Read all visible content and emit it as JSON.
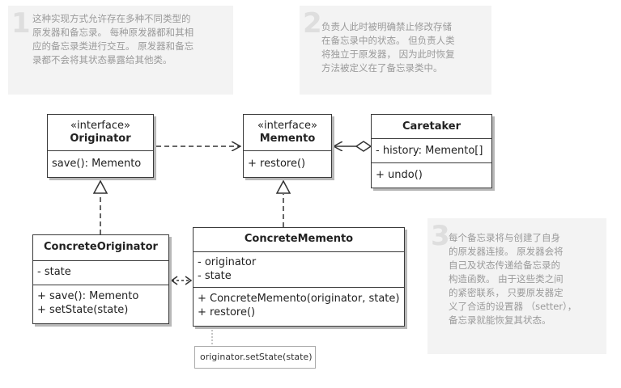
{
  "notes": [
    {
      "num": "1",
      "lines": [
        "这种实现方式允许存在多种不同类型的",
        "原发器和备忘录。 每种原发器都和其相",
        "应的备忘录类进行交互。 原发器和备忘",
        "录都不会将其状态暴露给其他类。"
      ]
    },
    {
      "num": "2",
      "lines": [
        "负责人此时被明确禁止修改存储",
        "在备忘录中的状态。 但负责人类",
        "将独立于原发器， 因为此时恢复",
        "方法被定义在了备忘录类中。"
      ]
    },
    {
      "num": "3",
      "lines": [
        "每个备忘录将与创建了自身",
        "的原发器连接。 原发器会将",
        "自己及状态传递给备忘录的",
        "构造函数。 由于这些类之间",
        "的紧密联系， 只要原发器定",
        "义了合适的设置器 （setter），",
        "备忘录就能恢复其状态。"
      ]
    }
  ],
  "classes": {
    "originator": {
      "stereotype": "«interface»",
      "name": "Originator",
      "methods": [
        "save(): Memento"
      ]
    },
    "memento": {
      "stereotype": "«interface»",
      "name": "Memento",
      "methods": [
        "+ restore()"
      ]
    },
    "caretaker": {
      "name": "Caretaker",
      "fields": [
        "- history: Memento[]"
      ],
      "methods": [
        "+ undo()"
      ]
    },
    "concrete_originator": {
      "name": "ConcreteOriginator",
      "fields": [
        "- state"
      ],
      "methods": [
        "+ save(): Memento",
        "+ setState(state)"
      ]
    },
    "concrete_memento": {
      "name": "ConcreteMemento",
      "fields": [
        "- originator",
        "- state"
      ],
      "methods": [
        "+ ConcreteMemento(originator, state)",
        "+ restore()"
      ]
    }
  },
  "code_note": "originator.setState(state)"
}
